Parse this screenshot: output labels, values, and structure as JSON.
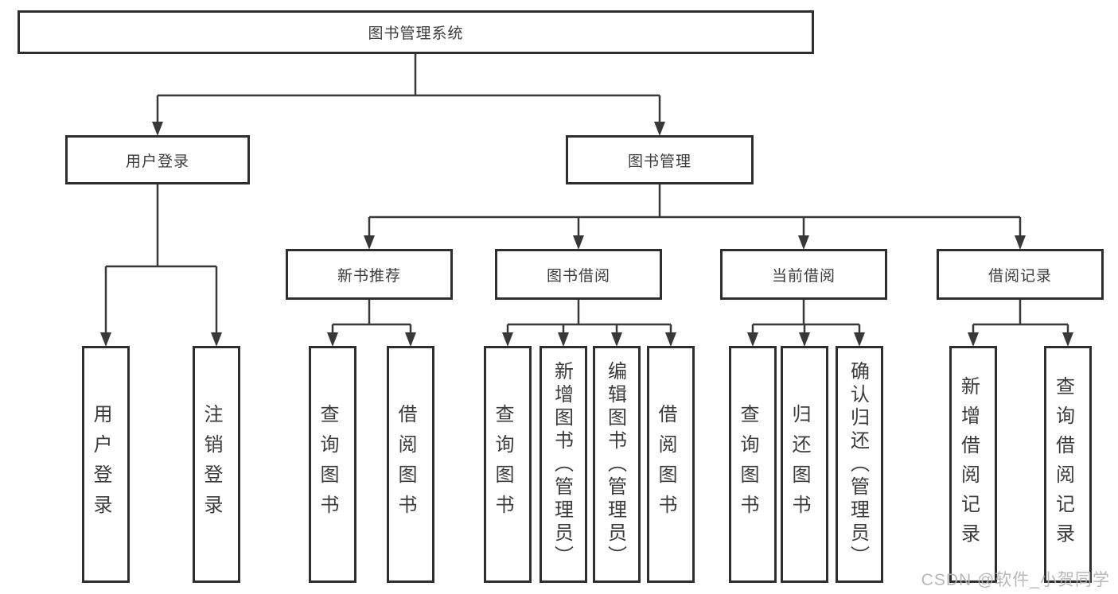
{
  "diagram": {
    "root": {
      "label": "图书管理系统"
    },
    "level2": {
      "user_login": {
        "label": "用户登录",
        "children": {
          "login": {
            "label": "用户登录"
          },
          "logout": {
            "label": "注销登录"
          }
        }
      },
      "book_mgmt": {
        "label": "图书管理",
        "children": {
          "new_book_rec": {
            "label": "新书推荐",
            "children": {
              "query_book": {
                "label": "查询图书"
              },
              "borrow_book": {
                "label": "借阅图书"
              }
            }
          },
          "book_borrow": {
            "label": "图书借阅",
            "children": {
              "query_book": {
                "label": "查询图书"
              },
              "add_book": {
                "label": "新增图书（管理员）"
              },
              "edit_book": {
                "label": "编辑图书（管理员）"
              },
              "borrow_book": {
                "label": "借阅图书"
              }
            }
          },
          "current_borrow": {
            "label": "当前借阅",
            "children": {
              "query_book": {
                "label": "查询图书"
              },
              "return_book": {
                "label": "归还图书"
              },
              "confirm_return": {
                "label": "确认归还（管理员）"
              }
            }
          },
          "borrow_record": {
            "label": "借阅记录",
            "children": {
              "add_record": {
                "label": "新增借阅记录"
              },
              "query_record": {
                "label": "查询借阅记录"
              }
            }
          }
        }
      }
    }
  },
  "colors": {
    "line": "#383838",
    "border": "#2e2e2e",
    "text": "#3b3b3b",
    "watermark": "#b2b2b2"
  },
  "watermark": "CSDN @软件_小贺同学"
}
